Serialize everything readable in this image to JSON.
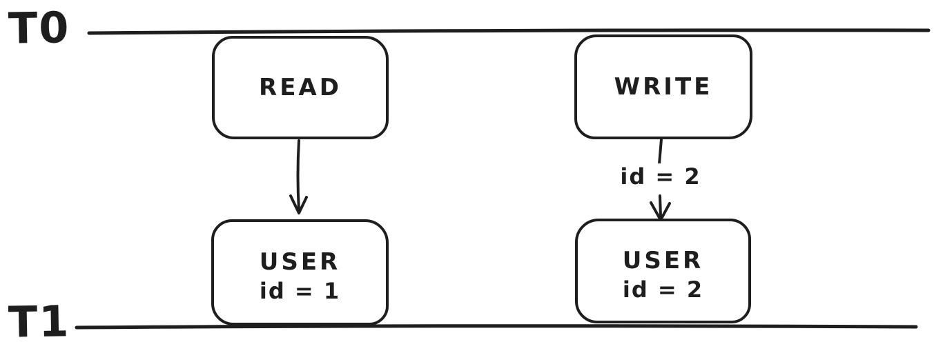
{
  "diagram": {
    "background_color": "#ffffff",
    "stroke_color": "#1e1e1e",
    "style": "hand-drawn",
    "lanes": [
      {
        "id": "t0",
        "label": "T0",
        "position": "top"
      },
      {
        "id": "t1",
        "label": "T1",
        "position": "bottom"
      }
    ],
    "nodes": [
      {
        "id": "read",
        "label": "READ"
      },
      {
        "id": "write",
        "label": "WRITE"
      },
      {
        "id": "user-1",
        "label": "USER",
        "sublabel": "id = 1"
      },
      {
        "id": "user-2",
        "label": "USER",
        "sublabel": "id = 2"
      }
    ],
    "edges": [
      {
        "from": "read",
        "to": "user-1"
      },
      {
        "from": "write",
        "to": "user-2",
        "label": "id = 2"
      }
    ]
  }
}
